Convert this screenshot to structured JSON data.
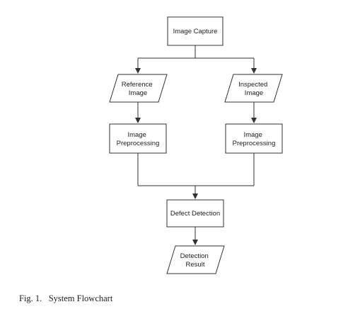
{
  "flowchart": {
    "nodes": {
      "image_capture": {
        "lines": [
          "Image Capture"
        ]
      },
      "reference_image": {
        "lines": [
          "Reference",
          "Image"
        ]
      },
      "inspected_image": {
        "lines": [
          "Inspected",
          "Image"
        ]
      },
      "preprocessing_left": {
        "lines": [
          "Image",
          "Preprocessing"
        ]
      },
      "preprocessing_right": {
        "lines": [
          "Image",
          "Preprocessing"
        ]
      },
      "defect_detection": {
        "lines": [
          "Defect Detection"
        ]
      },
      "detection_result": {
        "lines": [
          "Detection",
          "Result"
        ]
      }
    }
  },
  "caption": {
    "label": "Fig. 1.",
    "text": "System Flowchart"
  }
}
